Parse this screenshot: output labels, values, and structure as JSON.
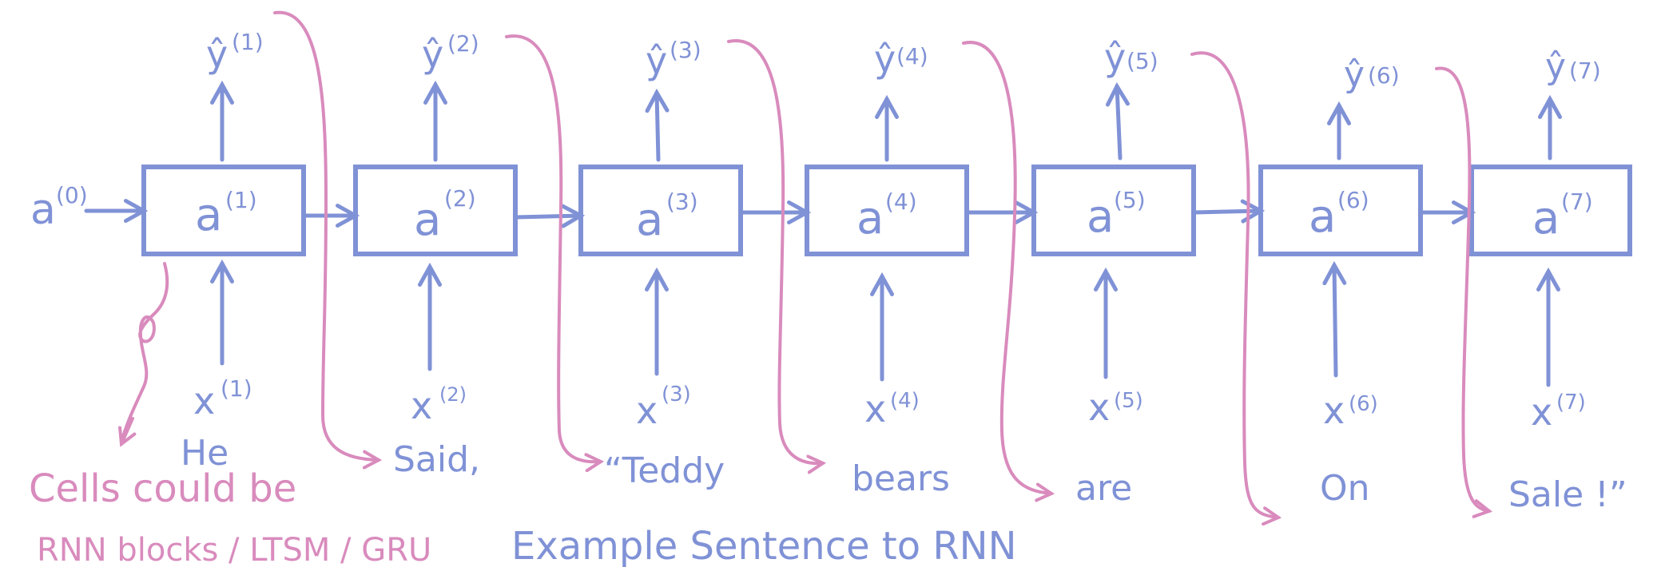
{
  "initial_activation": {
    "symbol": "a",
    "superscript": "(0)"
  },
  "cells": [
    {
      "activation": "a",
      "act_sup": "(1)",
      "output": "ŷ",
      "out_sup": "(1)",
      "input": "x",
      "in_sup": "(1)",
      "word": "He"
    },
    {
      "activation": "a",
      "act_sup": "(2)",
      "output": "ŷ",
      "out_sup": "(2)",
      "input": "x",
      "in_sup": "(2)",
      "word": "Said,"
    },
    {
      "activation": "a",
      "act_sup": "(3)",
      "output": "ŷ",
      "out_sup": "(3)",
      "input": "x",
      "in_sup": "(3)",
      "word": "“Teddy"
    },
    {
      "activation": "a",
      "act_sup": "(4)",
      "output": "ŷ",
      "out_sup": "(4)",
      "input": "x",
      "in_sup": "(4)",
      "word": "bears"
    },
    {
      "activation": "a",
      "act_sup": "(5)",
      "output": "ŷ",
      "out_sup": "(5)",
      "input": "x",
      "in_sup": "(5)",
      "word": "are"
    },
    {
      "activation": "a",
      "act_sup": "(6)",
      "output": "ŷ",
      "out_sup": "(6)",
      "input": "x",
      "in_sup": "(6)",
      "word": "On"
    },
    {
      "activation": "a",
      "act_sup": "(7)",
      "output": "ŷ",
      "out_sup": "(7)",
      "input": "x",
      "in_sup": "(7)",
      "word": "Sale !”"
    }
  ],
  "notes": {
    "cells_note_line1": "Cells could be",
    "cells_note_line2": "RNN blocks / LTSM / GRU",
    "example_caption": "Example Sentence to RNN"
  },
  "colors": {
    "diagram_blue": "#8092d6",
    "annotation_pink": "#d98bbd"
  }
}
